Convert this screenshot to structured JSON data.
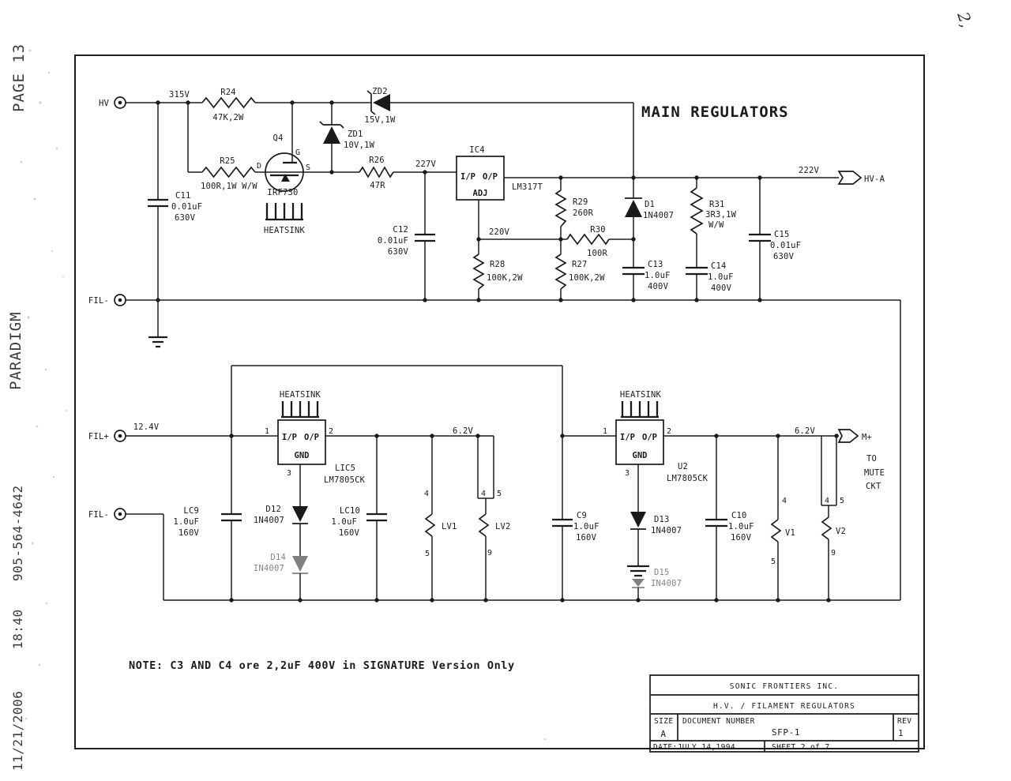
{
  "fax": {
    "page": "PAGE 13",
    "sender": "PARADIGM",
    "phone": "905-564-4642",
    "time": "18:40",
    "date": "11/21/2006",
    "handwritten": "2,"
  },
  "title": "MAIN REGULATORS",
  "note": "NOTE: C3 AND C4 ore 2,2uF 400V in SIGNATURE Version Only",
  "tb": {
    "company": "SONIC FRONTIERS INC.",
    "title": "H.V. / FILAMENT REGULATORS",
    "size_label": "SIZE",
    "size": "A",
    "doc_label": "DOCUMENT NUMBER",
    "doc": "SFP-1",
    "rev_label": "REV",
    "rev": "1",
    "date": "DATE:JULY 14,1994",
    "sheet": "SHEET 2 of 7"
  },
  "t": {
    "hv": "HV",
    "fil_minus_top": "FIL-",
    "fil_plus": "FIL+",
    "fil_minus_bot": "FIL-",
    "hv_a": "HV-A",
    "m_plus": "M+",
    "to": "TO",
    "mute": "MUTE",
    "ckt": "CKT"
  },
  "n": {
    "v315": "315V",
    "v227": "227V",
    "v220": "220V",
    "v222": "222V",
    "v124": "12.4V",
    "v62l": "6.2V",
    "v62r": "6.2V"
  },
  "c": {
    "r24": {
      "n": "R24",
      "v": "47K,2W"
    },
    "r25": {
      "n": "R25",
      "v": "100R,1W W/W"
    },
    "r26": {
      "n": "R26",
      "v": "47R"
    },
    "r27": {
      "n": "R27",
      "v": "100K,2W"
    },
    "r28": {
      "n": "R28",
      "v": "100K,2W"
    },
    "r29": {
      "n": "R29",
      "v": "260R"
    },
    "r30": {
      "n": "R30",
      "v": "100R"
    },
    "r31": {
      "n": "R31",
      "v": "3R3,1W",
      "v2": "W/W"
    },
    "c11": {
      "n": "C11",
      "v": "0.01uF",
      "volt": "630V"
    },
    "c12": {
      "n": "C12",
      "v": "0.01uF",
      "volt": "630V"
    },
    "c13": {
      "n": "C13",
      "v": "1.0uF",
      "volt": "400V"
    },
    "c14": {
      "n": "C14",
      "v": "1.0uF",
      "volt": "400V"
    },
    "c15": {
      "n": "C15",
      "v": "0.01uF",
      "volt": "630V"
    },
    "lc9": {
      "n": "LC9",
      "v": "1.0uF",
      "volt": "160V"
    },
    "lc10": {
      "n": "LC10",
      "v": "1.0uF",
      "volt": "160V"
    },
    "c9": {
      "n": "C9",
      "v": "1.0uF",
      "volt": "160V"
    },
    "c10": {
      "n": "C10",
      "v": "1.0uF",
      "volt": "160V"
    },
    "zd1": {
      "n": "ZD1",
      "v": "10V,1W"
    },
    "zd2": {
      "n": "ZD2",
      "v": "15V,1W"
    },
    "d1": {
      "n": "D1",
      "v": "1N4007"
    },
    "d12": {
      "n": "D12",
      "v": "1N4007"
    },
    "d13": {
      "n": "D13",
      "v": "1N4007"
    },
    "d14": {
      "n": "D14",
      "v": "IN4007"
    },
    "d15": {
      "n": "D15",
      "v": "IN4007"
    },
    "q4": {
      "n": "Q4",
      "part": "IRF730",
      "d": "D",
      "g": "G",
      "s": "S"
    },
    "ic4": {
      "n": "IC4",
      "part": "LM317T",
      "in": "I/P",
      "out": "O/P",
      "adj": "ADJ"
    },
    "lic5": {
      "n": "LIC5",
      "part": "LM7805CK",
      "in": "I/P",
      "out": "O/P",
      "gnd": "GND",
      "p1": "1",
      "p2": "2",
      "p3": "3"
    },
    "u2": {
      "n": "U2",
      "part": "LM7805CK",
      "in": "I/P",
      "out": "O/P",
      "gnd": "GND",
      "p1": "1",
      "p2": "2",
      "p3": "3"
    },
    "hs1": "HEATSINK",
    "hs2": "HEATSINK",
    "hs3": "HEATSINK",
    "lv1": {
      "n": "LV1",
      "p4": "4",
      "p5": "5"
    },
    "lv2": {
      "n": "LV2",
      "p4": "4",
      "p5": "5",
      "p9": "9"
    },
    "v1": {
      "n": "V1",
      "p4": "4",
      "p5": "5"
    },
    "v2": {
      "n": "V2",
      "p4": "4",
      "p5": "5",
      "p9": "9"
    }
  }
}
